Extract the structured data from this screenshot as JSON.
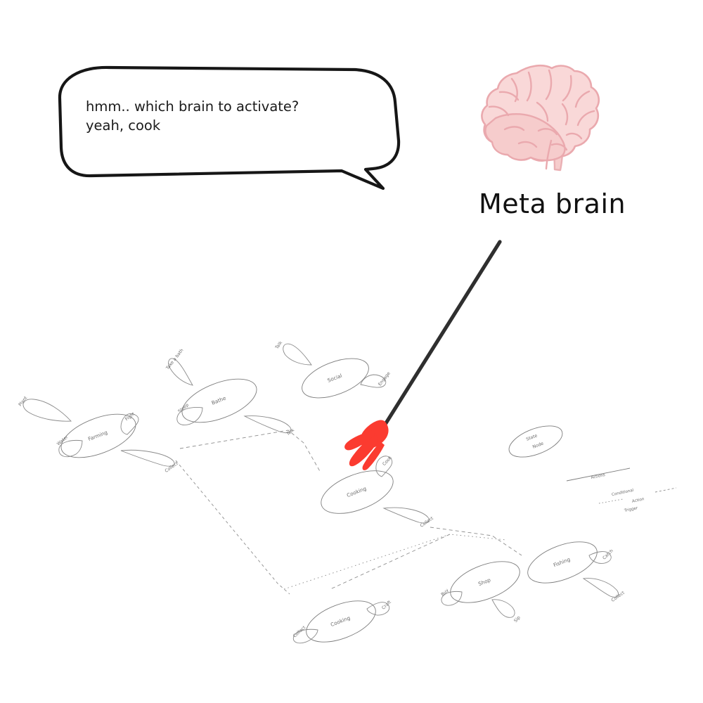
{
  "speech_bubble": {
    "text": "hmm.. which brain to activate?\nyeah, cook"
  },
  "meta_brain": {
    "label": "Meta brain",
    "icon": "brain-icon",
    "fill_color": "#f9d8d8",
    "outline_color": "#e9a8ad"
  },
  "pointer": {
    "icon": "pointer-stick-icon",
    "stick_color": "#2f2f2f",
    "tip_color": "#fb3b30"
  },
  "diagram": {
    "title": "behaviour-state-graph",
    "legend": [
      {
        "style": "solid",
        "label": "Actions"
      },
      {
        "style": "dashed",
        "label": "Conditional"
      },
      {
        "style": "dotted",
        "label": "Action"
      },
      {
        "style": "dashed",
        "label": "Trigger"
      }
    ],
    "isolated_node": {
      "line1": "State",
      "line2": "Node"
    },
    "clusters": [
      {
        "id": "farming",
        "node": "Farming",
        "edges": [
          "Plant",
          "Fight",
          "Water",
          "Collect"
        ]
      },
      {
        "id": "bath",
        "node": "Bathe",
        "edges": [
          "Take a bath",
          "Sleep",
          "Talk"
        ]
      },
      {
        "id": "social",
        "node": "Social",
        "edges": [
          "Talk",
          "Engage"
        ]
      },
      {
        "id": "cooking-main",
        "node": "Cooking",
        "edges": [
          "Cook",
          "Collect"
        ]
      },
      {
        "id": "shop",
        "node": "Shop",
        "edges": [
          "Buy",
          "Sip"
        ]
      },
      {
        "id": "fishing",
        "node": "Fishing",
        "edges": [
          "Catch",
          "Collect"
        ]
      },
      {
        "id": "cooking-lower",
        "node": "Cooking",
        "edges": [
          "Craft",
          "Collect"
        ]
      }
    ]
  }
}
